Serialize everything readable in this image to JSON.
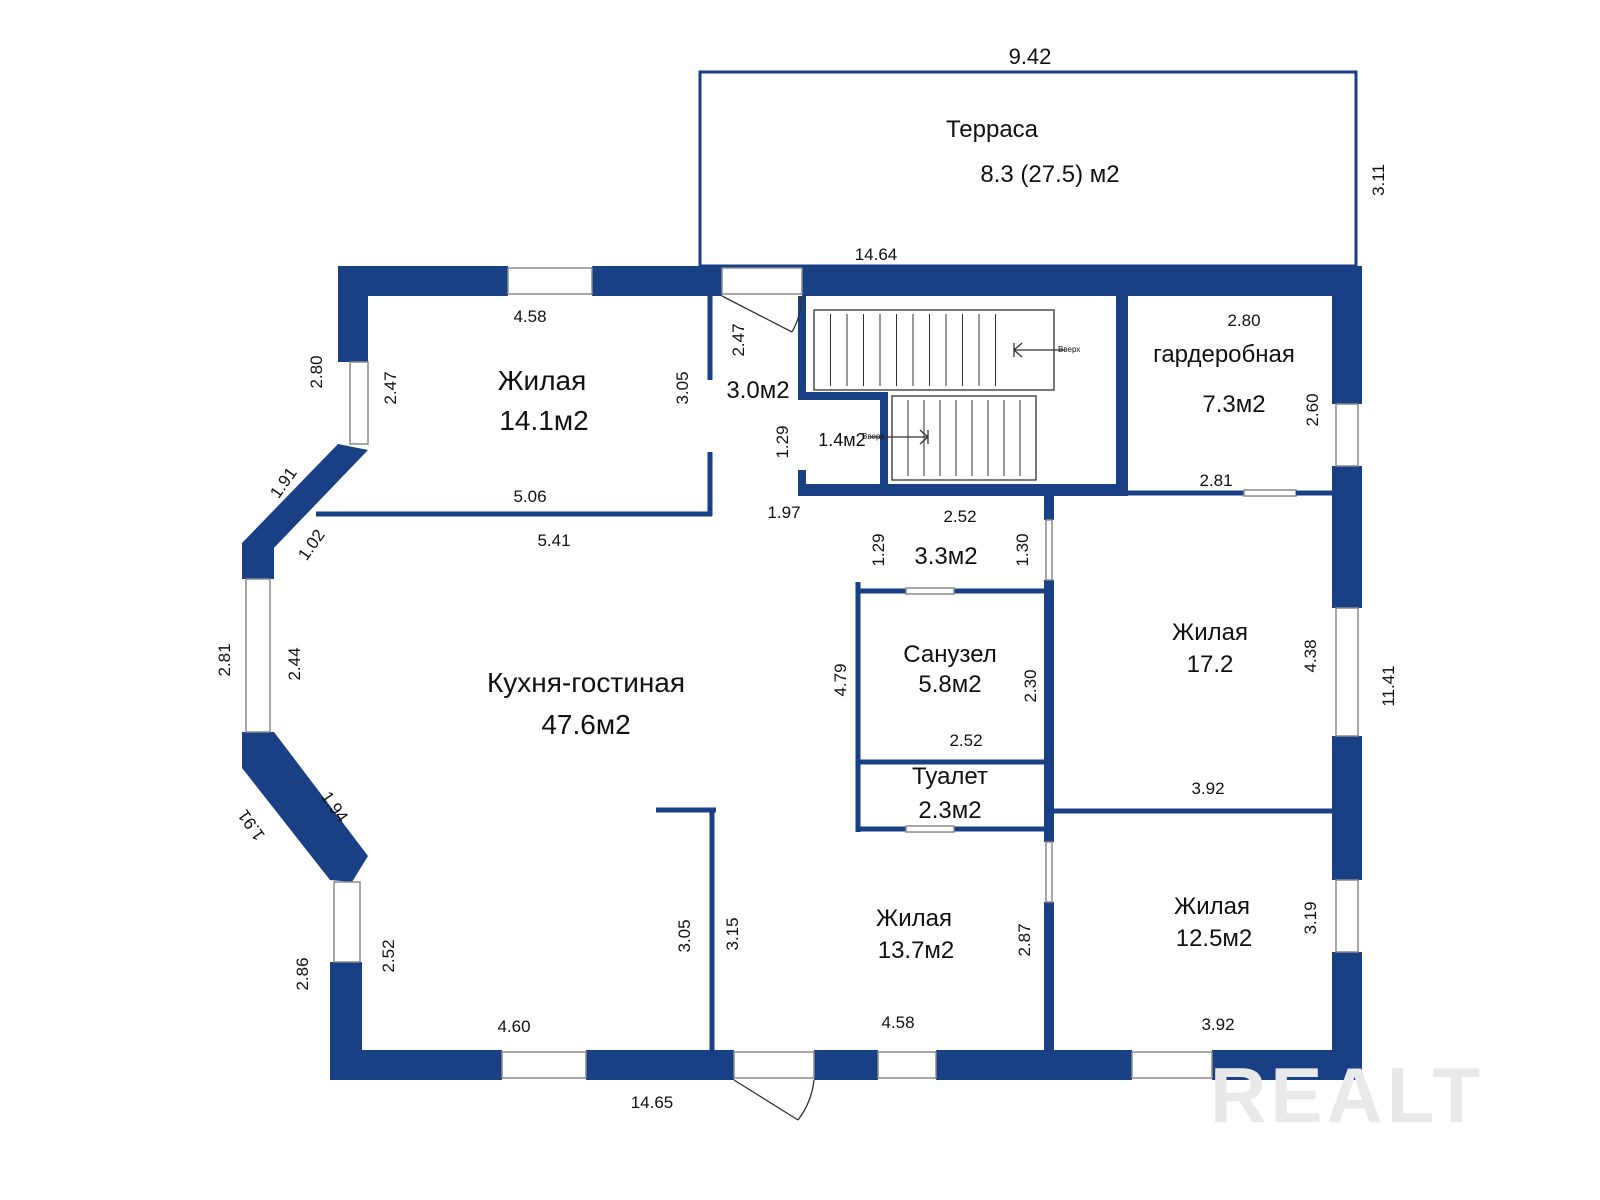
{
  "rooms": {
    "terrace": {
      "name": "Терраса",
      "area": "8.3 (27.5) м2"
    },
    "living_nw": {
      "name": "Жилая",
      "area": "14.1м2"
    },
    "hall_top": {
      "area": "3.0м2"
    },
    "closet_small": {
      "area": "1.4м2"
    },
    "wardrobe": {
      "name": "гардеробная",
      "area": "7.3м2"
    },
    "hall_mid": {
      "area": "3.3м2"
    },
    "kitchen": {
      "name": "Кухня-гостиная",
      "area": "47.6м2"
    },
    "bathroom": {
      "name": "Санузел",
      "area": "5.8м2"
    },
    "living_e": {
      "name": "Жилая",
      "area": "17.2"
    },
    "toilet": {
      "name": "Туалет",
      "area": "2.3м2"
    },
    "living_s": {
      "name": "Жилая",
      "area": "13.7м2"
    },
    "living_se": {
      "name": "Жилая",
      "area": "12.5м2"
    }
  },
  "stairs_label": "Вверх",
  "dimensions": {
    "terrace_top": "9.42",
    "terrace_side": "3.11",
    "outer_top": "14.64",
    "nw_top": "4.58",
    "nw_left_outer": "2.80",
    "nw_left_inner": "2.47",
    "nw_right": "3.05",
    "hall_left": "2.47",
    "nw_bottom": "5.06",
    "diag_upper_outer": "1.91",
    "diag_upper_inner": "1.02",
    "kitchen_top": "5.41",
    "closet_height": "1.29",
    "closet_width": "1.97",
    "stairs_bottom": "2.52",
    "wardrobe_top": "2.80",
    "wardrobe_right": "2.60",
    "wardrobe_bottom": "2.81",
    "hall_mid_left": "1.29",
    "hall_mid_right": "1.30",
    "west_outer": "2.81",
    "west_inner": "2.44",
    "bath_left": "4.79",
    "bath_right": "2.30",
    "bath_bottom": "2.52",
    "living_e_right": "4.38",
    "outer_right": "11.41",
    "living_e_bottom": "3.92",
    "diag_lower_inner": "1.94",
    "diag_lower_outer": "1.91",
    "sw_outer": "2.86",
    "sw_inner": "2.52",
    "kitchen_partition": "3.05",
    "living_s_left": "3.15",
    "living_s_right": "2.87",
    "living_se_right": "3.19",
    "kitchen_bottom": "4.60",
    "living_s_bottom": "4.58",
    "living_se_bottom": "3.92",
    "outer_bottom": "14.65"
  },
  "watermark": "REALT",
  "colors": {
    "wall": "#193f85",
    "window": "#ffffff",
    "text": "#111111",
    "watermark": "#e9e9e9"
  }
}
